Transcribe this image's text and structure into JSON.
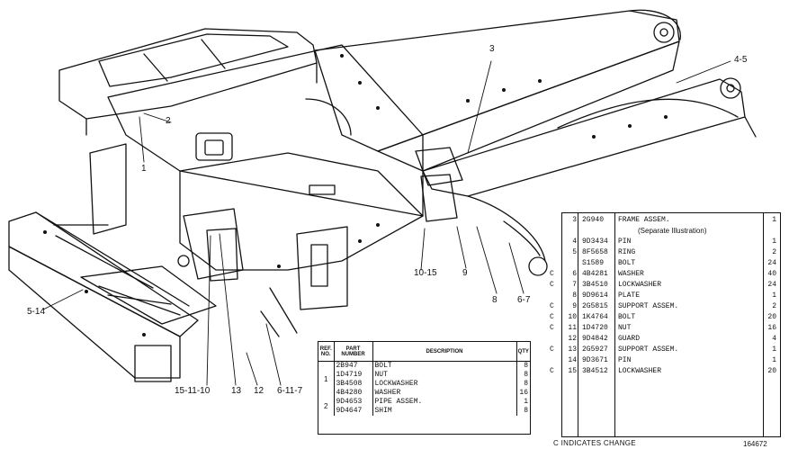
{
  "callouts": {
    "c1": "1",
    "c2": "2",
    "c3": "3",
    "c4_5": "4-5",
    "c5_14": "5-14",
    "c15_11_10": "15-11-10",
    "c13": "13",
    "c12": "12",
    "c6_11_7": "6-11-7",
    "c10_15": "10-15",
    "c9": "9",
    "c8": "8",
    "c6_7": "6-7"
  },
  "table_a": {
    "headers": {
      "ref_no": "REF. NO.",
      "part_number": "PART NUMBER",
      "description": "DESCRIPTION",
      "qty": "QTY"
    },
    "groups": [
      "1",
      "2"
    ],
    "rows": [
      {
        "part": "2B947",
        "desc": "BOLT",
        "qty": "8"
      },
      {
        "part": "1D4719",
        "desc": "NUT",
        "qty": "8"
      },
      {
        "part": "3B4508",
        "desc": "LOCKWASHER",
        "qty": "8"
      },
      {
        "part": "4B4280",
        "desc": "WASHER",
        "qty": "16"
      },
      {
        "part": "9D4653",
        "desc": "PIPE ASSEM.",
        "qty": "1"
      },
      {
        "part": "9D4647",
        "desc": "SHIM",
        "qty": "8"
      }
    ]
  },
  "table_b": {
    "rows": [
      {
        "c": "",
        "ref": "3",
        "part": "2G940",
        "desc": "FRAME ASSEM.",
        "qty": "1"
      },
      {
        "c": "",
        "ref": "",
        "part": "",
        "desc": "(Separate Illustration)",
        "qty": ""
      },
      {
        "c": "",
        "ref": "4",
        "part": "9D3434",
        "desc": "PIN",
        "qty": "1"
      },
      {
        "c": "",
        "ref": "5",
        "part": "8F5658",
        "desc": "RING",
        "qty": "2"
      },
      {
        "c": "",
        "ref": "",
        "part": "S1589",
        "desc": "BOLT",
        "qty": "24"
      },
      {
        "c": "C",
        "ref": "6",
        "part": "4B4281",
        "desc": "WASHER",
        "qty": "40"
      },
      {
        "c": "C",
        "ref": "7",
        "part": "3B4510",
        "desc": "LOCKWASHER",
        "qty": "24"
      },
      {
        "c": "",
        "ref": "8",
        "part": "9D9614",
        "desc": "PLATE",
        "qty": "1"
      },
      {
        "c": "C",
        "ref": "9",
        "part": "2G5815",
        "desc": "SUPPORT ASSEM.",
        "qty": "2"
      },
      {
        "c": "C",
        "ref": "10",
        "part": "1K4764",
        "desc": "BOLT",
        "qty": "20"
      },
      {
        "c": "C",
        "ref": "11",
        "part": "1D4720",
        "desc": "NUT",
        "qty": "16"
      },
      {
        "c": "",
        "ref": "12",
        "part": "9D4842",
        "desc": "GUARD",
        "qty": "4"
      },
      {
        "c": "C",
        "ref": "13",
        "part": "2G5927",
        "desc": "SUPPORT ASSEM.",
        "qty": "1"
      },
      {
        "c": "",
        "ref": "14",
        "part": "9D3671",
        "desc": "PIN",
        "qty": "1"
      },
      {
        "c": "C",
        "ref": "15",
        "part": "3B4512",
        "desc": "LOCKWASHER",
        "qty": "20"
      }
    ]
  },
  "change_note": "C INDICATES CHANGE",
  "figure_id": "164672"
}
